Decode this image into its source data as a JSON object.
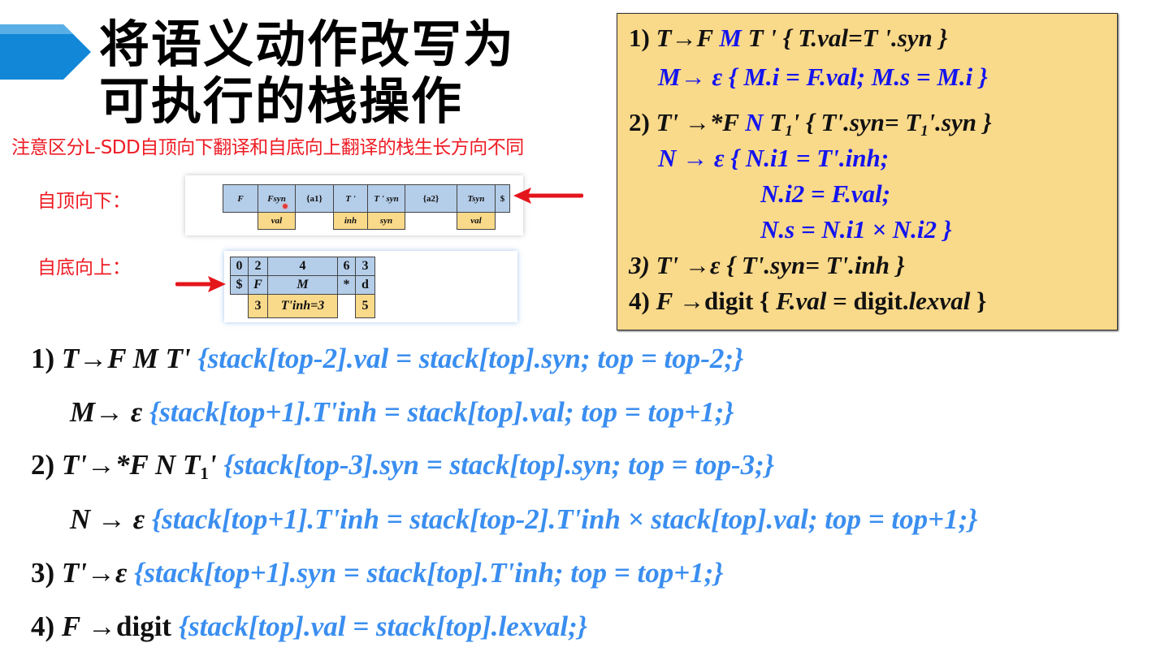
{
  "title": {
    "line1": "将语义动作改写为",
    "line2": "可执行的栈操作"
  },
  "note": "注意区分L-SDD自顶向下翻译和自底向上翻译的栈生长方向不同",
  "colors": {
    "accent_blue": "#1287d8",
    "note_red": "#ee1c25",
    "sdd_box_bg": "#f9d98a",
    "stack_blue": "#b4cde9",
    "stack_yellow": "#f9d98a",
    "action_blue": "#3a8ef0",
    "sdd_blue": "#1414ee"
  },
  "top_down": {
    "label": "自顶向下：",
    "stack_row": [
      "F",
      "Fsyn",
      "{a1}",
      "T '",
      "T ' syn",
      "{a2}",
      "Tsyn",
      "$"
    ],
    "attr_row": [
      "",
      "val",
      "",
      "inh",
      "syn",
      "",
      "val",
      ""
    ],
    "arrow_icon": "arrow-left-icon"
  },
  "bottom_up": {
    "label": "自底向上：",
    "state_row": [
      "0",
      "2",
      "4",
      "6",
      "3"
    ],
    "symbol_row": [
      "$",
      "F",
      "M",
      "*",
      "d"
    ],
    "value_row": [
      "",
      "3",
      "T'inh=3",
      "",
      "5"
    ],
    "arrow_icon": "arrow-right-icon"
  },
  "sdd": {
    "r1_prefix": "1) ",
    "r1_head": "T→F ",
    "r1_m": "M",
    "r1_rest": " T ' { T.val=T '.syn }",
    "m_rule": "M→ ε { M.i = F.val; M.s = M.i }",
    "r2_prefix": "2) ",
    "r2_head": "T' →*F ",
    "r2_n": "N",
    "r2_t1": " T",
    "r2_sub": "1",
    "r2_rest1": "' { T'.syn= T",
    "r2_sub2": "1",
    "r2_rest2": "'.syn }",
    "n_rule1": "N → ε { N.i1 = T'.inh;",
    "n_rule2": "N.i2 = F.val;",
    "n_rule3": "N.s = N.i1 × N.i2 }",
    "r3": "3) T' →ε { T'.syn= T'.inh }",
    "r4_a": "4) ",
    "r4_f": "F",
    "r4_b": " →digit { ",
    "r4_c": "F.val",
    "r4_d": " = digit.",
    "r4_e": "lexval",
    "r4_f2": " }"
  },
  "actions": [
    {
      "num": "1) ",
      "prod": "T→F M T'",
      "action": " {stack[top-2].val = stack[top].syn; top = top-2;}"
    },
    {
      "num": "",
      "prod": "M→ ε",
      "action": " {stack[top+1].T'inh = stack[top].val; top = top+1;}"
    },
    {
      "num": "2) ",
      "prod": "T'→*F N T",
      "sub": "1",
      "prod_tail": "'",
      "action": " {stack[top-3].syn = stack[top].syn; top = top-3;}"
    },
    {
      "num": "",
      "prod": "N → ε",
      "action": " {stack[top+1].T'inh = stack[top-2].T'inh × stack[top].val; top = top+1;}"
    },
    {
      "num": "3) ",
      "prod": "T'→ε",
      "action": " {stack[top+1].syn = stack[top].T'inh; top = top+1;}"
    },
    {
      "num": "4) ",
      "prod": "F",
      "prod_tail": " →digit",
      "action": " {stack[top].val = stack[top].lexval;}"
    }
  ]
}
